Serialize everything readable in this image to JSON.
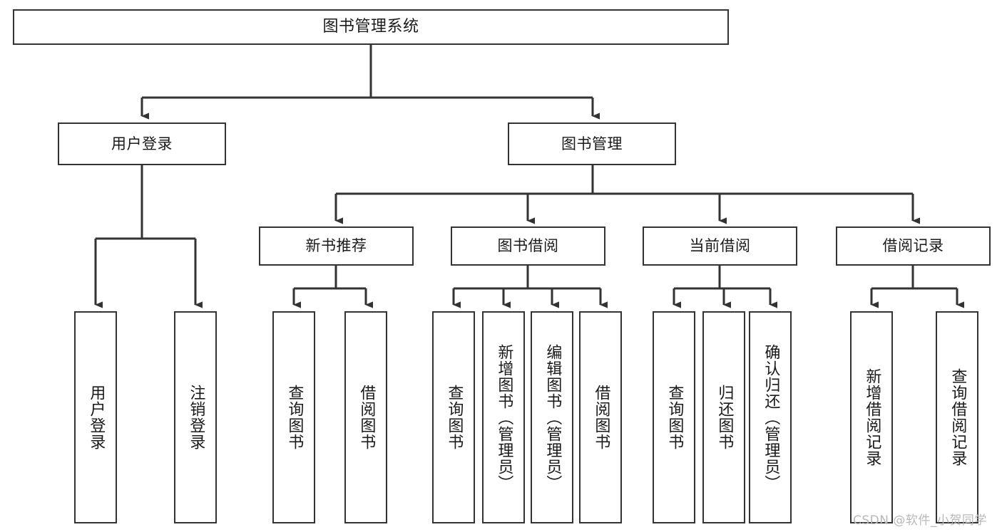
{
  "diagram": {
    "type": "tree-hierarchy-chart",
    "title": "图书管理系统",
    "colors": {
      "box_border": "#333333",
      "box_fill": "#ffffff",
      "connector": "#333333",
      "text": "#1a1a1a",
      "watermark": "#b8b8b8",
      "background": "#ffffff"
    },
    "levels": {
      "root": {
        "label": "图书管理系统"
      },
      "level2": [
        {
          "label": "用户登录"
        },
        {
          "label": "图书管理"
        }
      ],
      "level3": [
        {
          "label": "新书推荐"
        },
        {
          "label": "图书借阅"
        },
        {
          "label": "当前借阅"
        },
        {
          "label": "借阅记录"
        }
      ],
      "leaves": {
        "user_login": [
          {
            "label": "用户登录"
          },
          {
            "label": "注销登录"
          }
        ],
        "new_book_recommend": [
          {
            "label": "查询图书"
          },
          {
            "label": "借阅图书"
          }
        ],
        "book_borrow": [
          {
            "label": "查询图书"
          },
          {
            "label": "新增图书（管理员）"
          },
          {
            "label": "编辑图书（管理员）"
          },
          {
            "label": "借阅图书"
          }
        ],
        "current_borrow": [
          {
            "label": "查询图书"
          },
          {
            "label": "归还图书"
          },
          {
            "label": "确认归还（管理员）"
          }
        ],
        "borrow_record": [
          {
            "label": "新增借阅记录"
          },
          {
            "label": "查询借阅记录"
          }
        ]
      }
    },
    "watermark": "CSDN @软件_小贺同学"
  }
}
